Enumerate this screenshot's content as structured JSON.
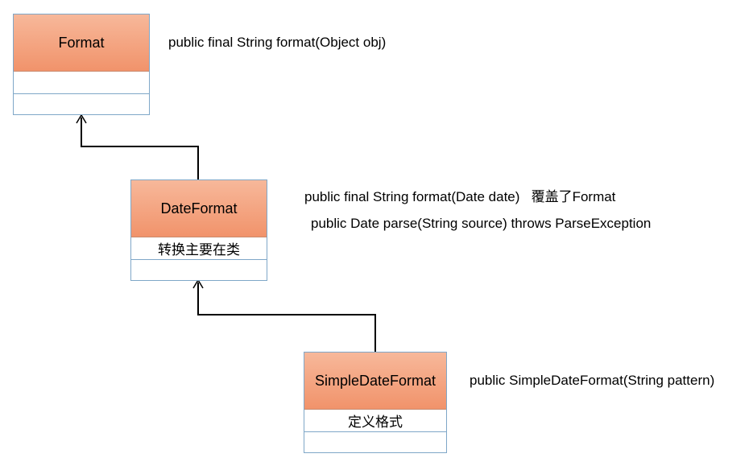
{
  "classes": {
    "format": {
      "name": "Format",
      "rows": [
        "",
        ""
      ]
    },
    "dateformat": {
      "name": "DateFormat",
      "rows": [
        "转换主要在类",
        ""
      ]
    },
    "simpledateformat": {
      "name": "SimpleDateFormat",
      "rows": [
        "定义格式",
        ""
      ]
    }
  },
  "notes": {
    "format_method": "public final String format(Object obj)",
    "dateformat_format": "public final String format(Date date)   覆盖了Format",
    "dateformat_parse": "public Date parse(String source) throws ParseException",
    "simpledateformat_ctor": "public SimpleDateFormat(String pattern)"
  },
  "colors": {
    "header_fill": "#f1936b",
    "box_border": "#7fa7c8",
    "connector": "#000000"
  }
}
